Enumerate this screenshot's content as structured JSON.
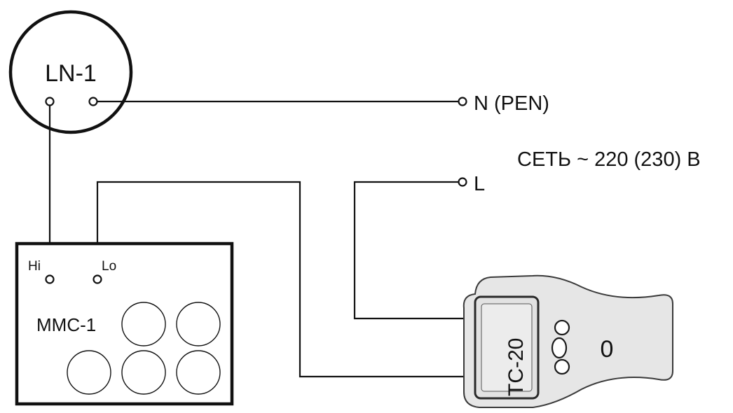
{
  "ln1": {
    "label": "LN-1"
  },
  "network": {
    "n_label": "N (PEN)",
    "l_label": "L",
    "caption": "СЕТЬ ~ 220 (230) В"
  },
  "mmc1": {
    "label": "MMC-1",
    "hi_label": "Hi",
    "lo_label": "Lo"
  },
  "tc20": {
    "label": "TC-20",
    "zero_label": "0"
  },
  "colors": {
    "line": "#111111",
    "device_body": "#e6e6e6",
    "device_outline": "#3a3a3a",
    "screen": "#e2e2e2"
  }
}
